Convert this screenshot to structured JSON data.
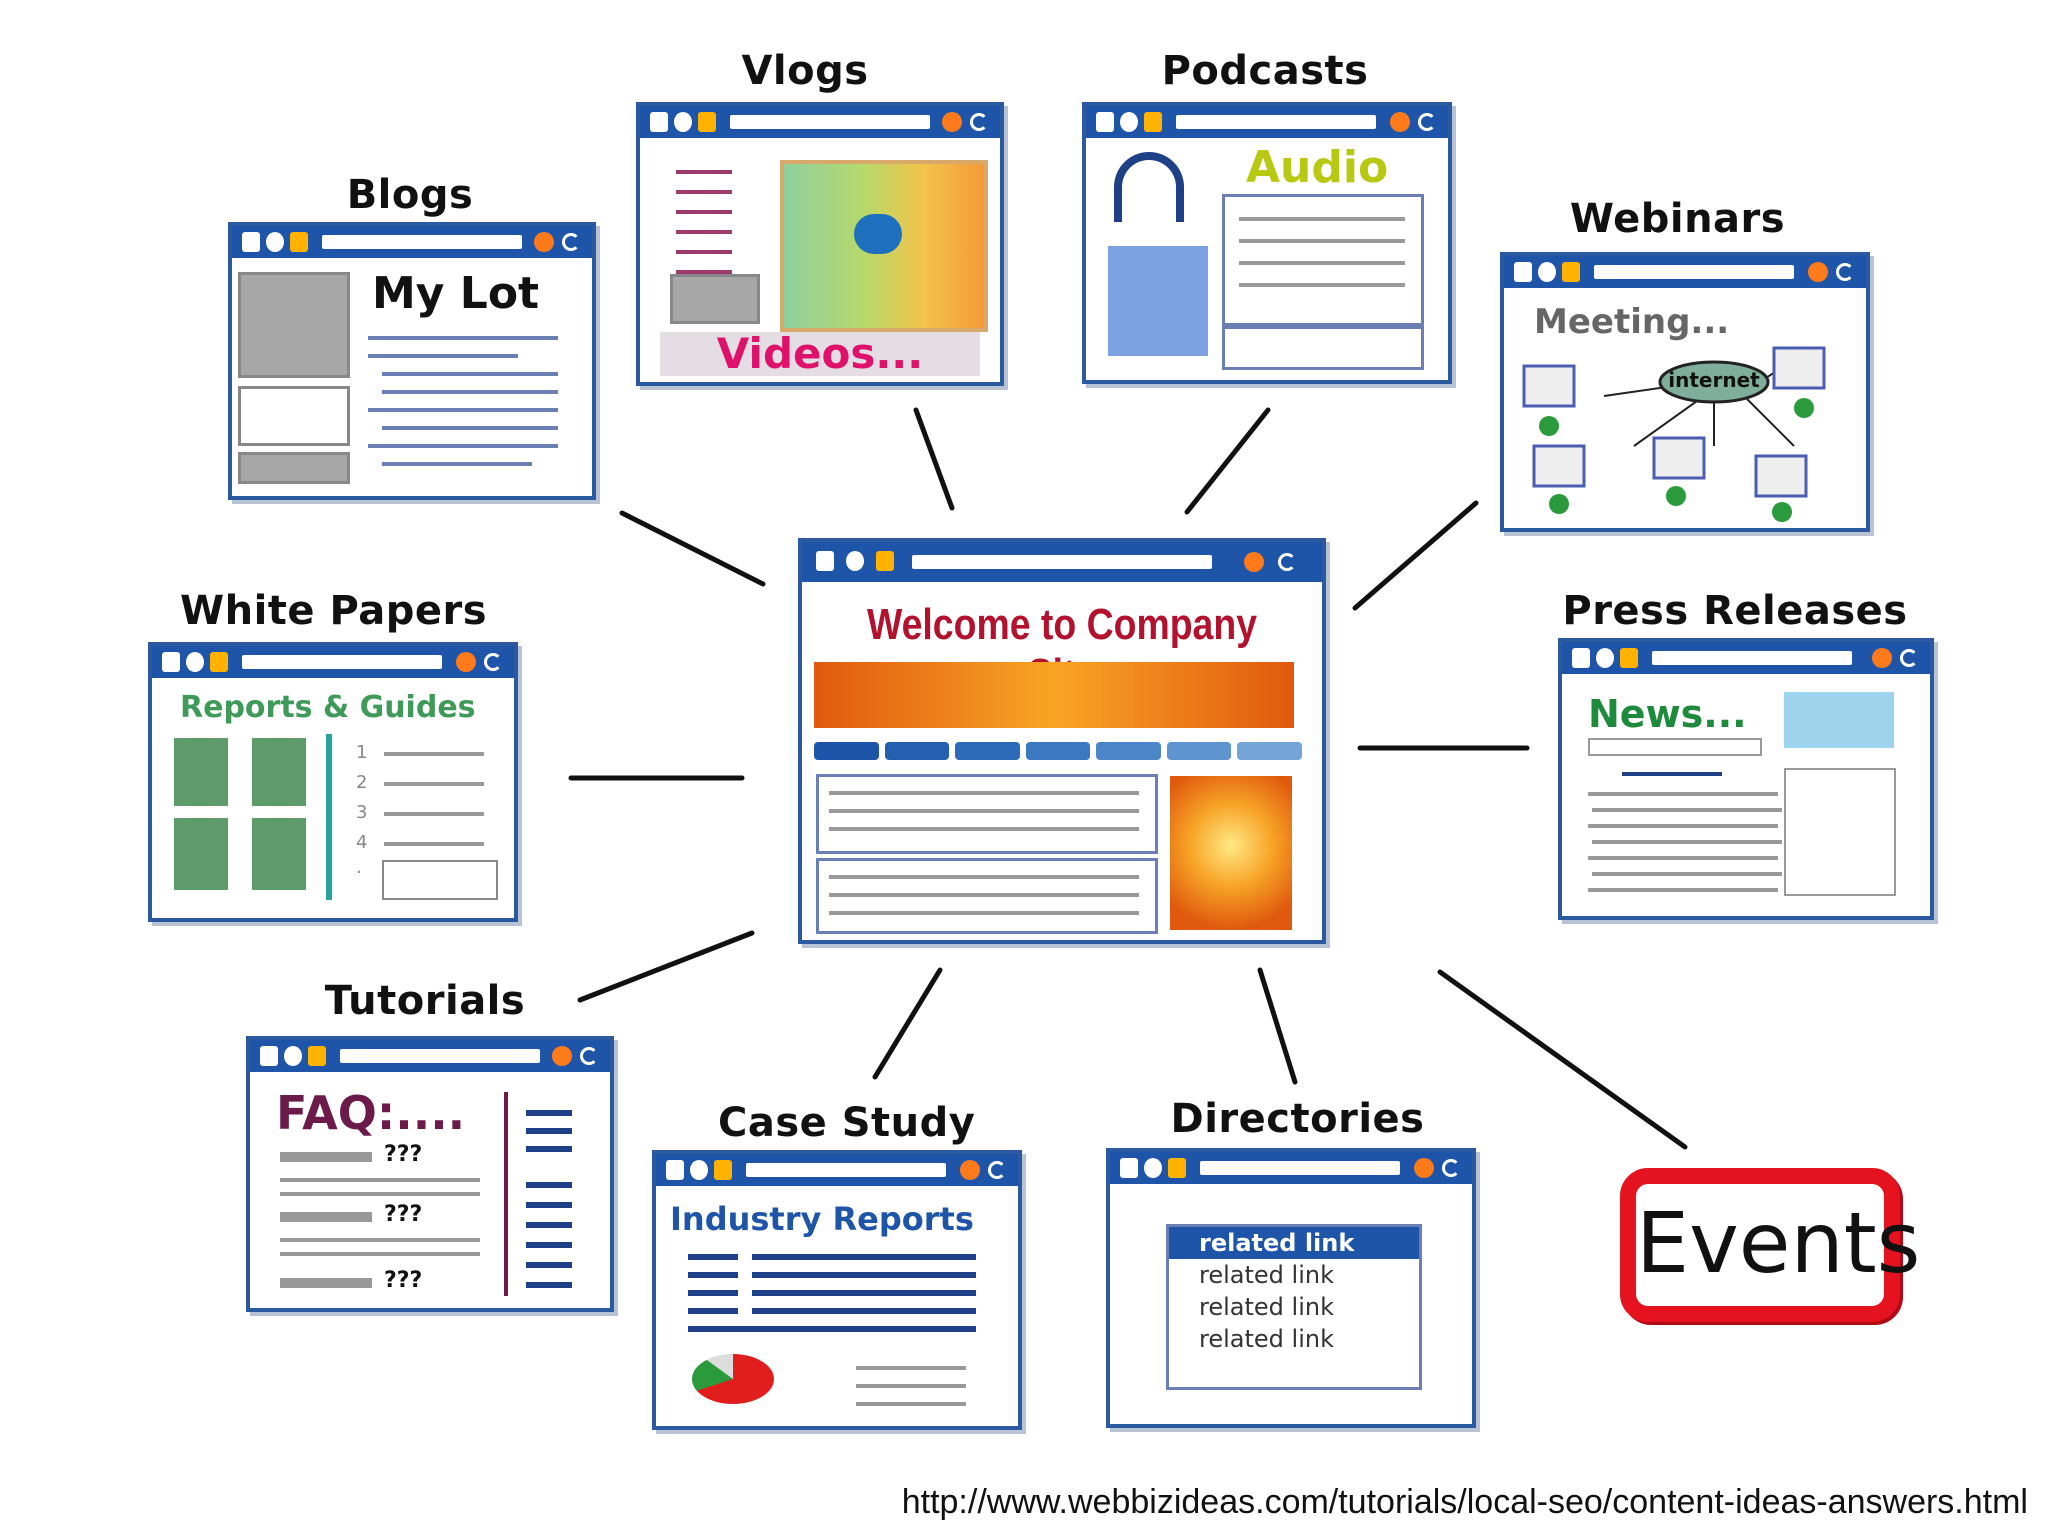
{
  "captions": {
    "vlogs": "Vlogs",
    "podcasts": "Podcasts",
    "blogs": "Blogs",
    "webinars": "Webinars",
    "white_papers": "White Papers",
    "press_releases": "Press Releases",
    "tutorials": "Tutorials",
    "case_study": "Case Study",
    "directories": "Directories"
  },
  "center": {
    "title": "Welcome to Company Site"
  },
  "blogs": {
    "heading": "My Lot"
  },
  "vlogs": {
    "label": "Videos..."
  },
  "podcasts": {
    "label": "Audio"
  },
  "webinars": {
    "meeting": "Meeting...",
    "hub": "internet"
  },
  "white_papers": {
    "heading": "Reports & Guides",
    "numbers": [
      "1",
      "2",
      "3",
      "4",
      "·"
    ]
  },
  "press": {
    "heading": "News..."
  },
  "tutorials": {
    "heading": "FAQ:....",
    "q": [
      "???",
      "???",
      "???"
    ]
  },
  "case_study": {
    "heading": "Industry Reports"
  },
  "directories": {
    "links": [
      "related link",
      "related link",
      "related link",
      "related link"
    ]
  },
  "events": {
    "label": "Events"
  },
  "footer": {
    "url": "http://www.webbizideas.com/tutorials/local-seo/content-ideas-answers.html"
  },
  "colors": {
    "titlebar": "#1f55a8",
    "center_title": "#b3122e",
    "videos": "#e0116b",
    "audio": "#b8c813",
    "green": "#1e8a3c",
    "events_border": "#e5121f"
  }
}
